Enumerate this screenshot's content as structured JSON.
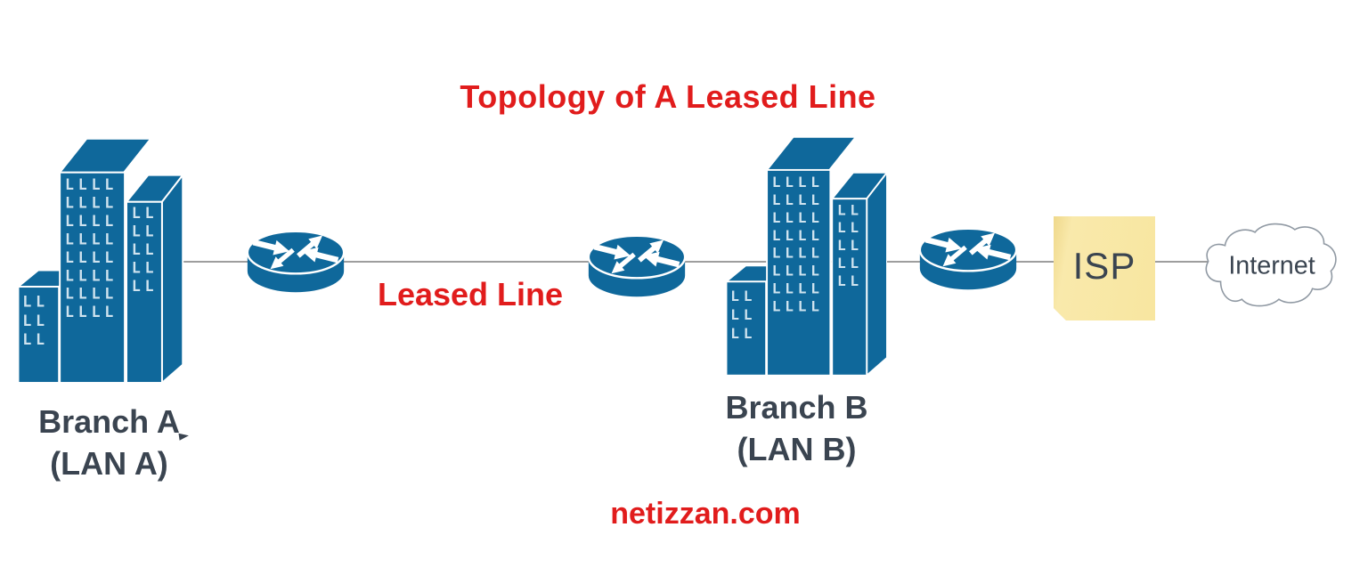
{
  "title": {
    "text": "Topology of A Leased Line"
  },
  "connection": {
    "label": "Leased Line"
  },
  "nodes": {
    "branch_a": {
      "name": "Branch A",
      "lan": "(LAN A)"
    },
    "branch_b": {
      "name": "Branch B",
      "lan": "(LAN B)"
    },
    "isp": {
      "label": "ISP"
    },
    "internet": {
      "label": "Internet"
    }
  },
  "footer": {
    "watermark": "netizzan.com"
  },
  "decor": {
    "window_row_wide": "LLLL",
    "window_row_narrow": "LL"
  },
  "icons": [
    "office-building-icon",
    "router-icon",
    "sticky-note-icon",
    "cloud-icon",
    "cursor-icon"
  ],
  "colors": {
    "brand_blue": "#0f689b",
    "accent_red": "#e11c1c",
    "caption_dark": "#3a4450",
    "wire_gray": "#9e9e9e",
    "note_yellow": "#f8e6a0",
    "note_fold": "#e2cb7f",
    "window_light": "#cfe3ef",
    "cloud_outline": "#9099a3"
  }
}
